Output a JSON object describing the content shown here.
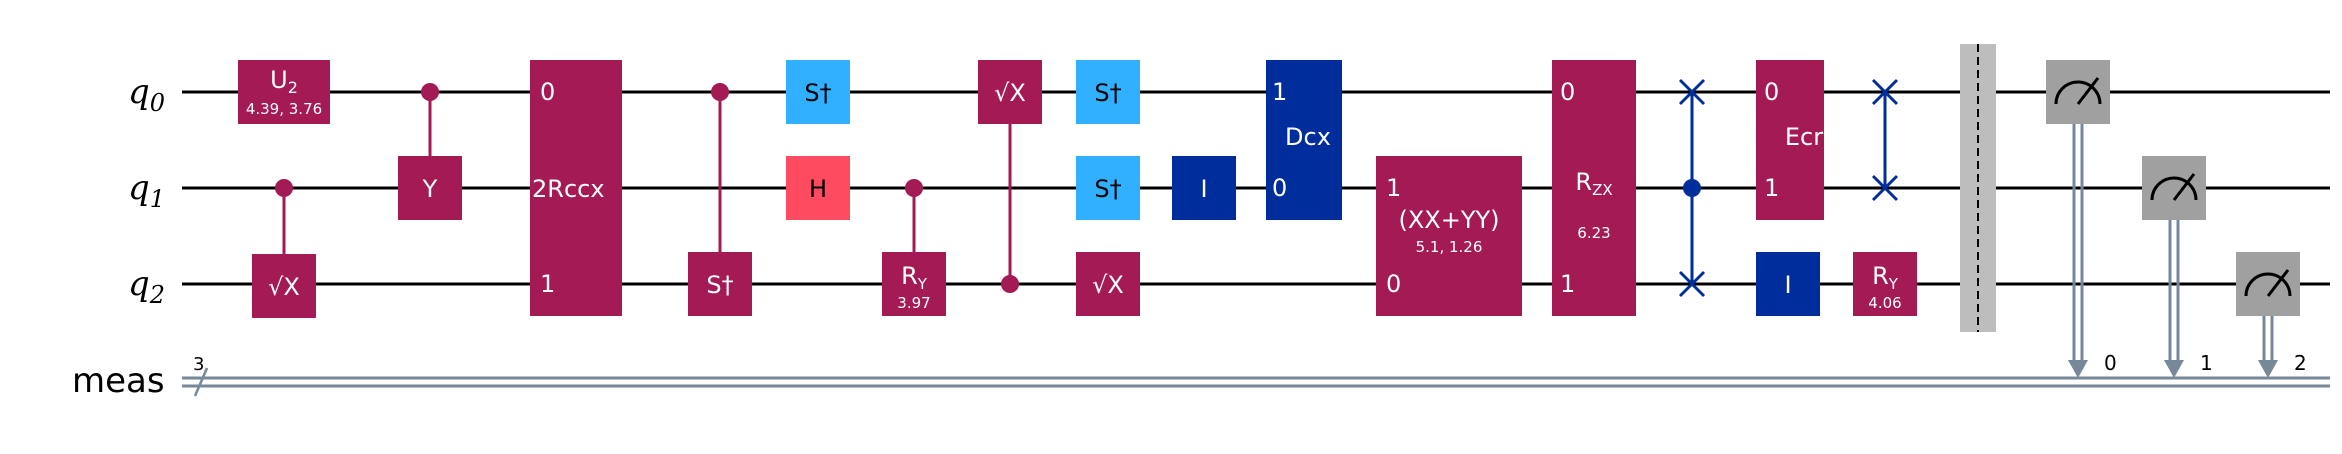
{
  "colors": {
    "multi": "#a31a55",
    "clifford": "#30b0ff",
    "hadamard": "#ff4b5f",
    "ibm_blue": "#002d9c",
    "measure": "#a0a0a0",
    "barrier": "#bdbdbd",
    "classical": "#778899"
  },
  "registers": {
    "qubits": [
      {
        "base": "q",
        "sub": "0"
      },
      {
        "base": "q",
        "sub": "1"
      },
      {
        "base": "q",
        "sub": "2"
      }
    ],
    "classical": {
      "name": "meas",
      "size": "3"
    }
  },
  "gates": {
    "u2": {
      "main": "U",
      "sub": "2",
      "params": "4.39, 3.76"
    },
    "sqrtx_a": {
      "label": "√X"
    },
    "cy": {
      "label": "Y"
    },
    "rccx": {
      "label": "2Rccx",
      "idx0": "0",
      "idx1": "1"
    },
    "csdg": {
      "label": "S†"
    },
    "sdg_a": {
      "label": "S†"
    },
    "h": {
      "label": "H"
    },
    "cry": {
      "main": "R",
      "sub": "Y",
      "param": "3.97"
    },
    "csx": {
      "label": "√X"
    },
    "sdg_b": {
      "label": "S†"
    },
    "sdg_c": {
      "label": "S†"
    },
    "sqrtx_b": {
      "label": "√X"
    },
    "id_a": {
      "label": "I"
    },
    "dcx": {
      "label": "Dcx",
      "idx1": "1",
      "idx0": "0"
    },
    "xxyy": {
      "label": "(XX+YY)",
      "params": "5.1, 1.26",
      "idx1": "1",
      "idx0": "0"
    },
    "rzx": {
      "main": "R",
      "sub": "ZX",
      "param": "6.23",
      "idx0": "0",
      "idx1": "1"
    },
    "ecr": {
      "label": "Ecr",
      "idx0": "0",
      "idx1": "1"
    },
    "id_b": {
      "label": "I"
    },
    "ry": {
      "main": "R",
      "sub": "Y",
      "param": "4.06"
    }
  },
  "measure_bits": [
    "0",
    "1",
    "2"
  ]
}
